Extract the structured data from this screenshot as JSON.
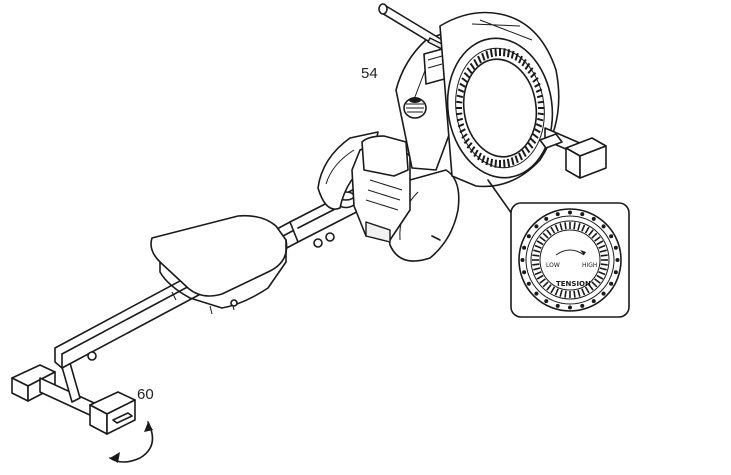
{
  "callouts": {
    "knob_label": "54",
    "foot_label": "60"
  },
  "inset": {
    "low_label": "LOW",
    "high_label": "HIGH",
    "tension_label": "TENSION"
  }
}
